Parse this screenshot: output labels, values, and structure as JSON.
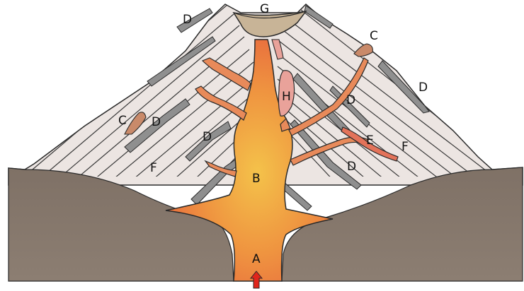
{
  "labels": {
    "A": "A",
    "B": "B",
    "C1": "C",
    "C2": "C",
    "D1": "D",
    "D2": "D",
    "D3": "D",
    "D4": "D",
    "D5": "D",
    "D6": "D",
    "E": "E",
    "F1": "F",
    "F2": "F",
    "G": "G",
    "H": "H"
  },
  "colors": {
    "ground": "#8a7c70",
    "cone": "#ece5e2",
    "ash_layer": "#8f8f8f",
    "crater": "#c8b497",
    "magma_core": "#f2b847",
    "magma_edge": "#e35a3f",
    "sill": "#e89278",
    "old_lava": "#c98a6a",
    "arrow": "#e0251b"
  }
}
